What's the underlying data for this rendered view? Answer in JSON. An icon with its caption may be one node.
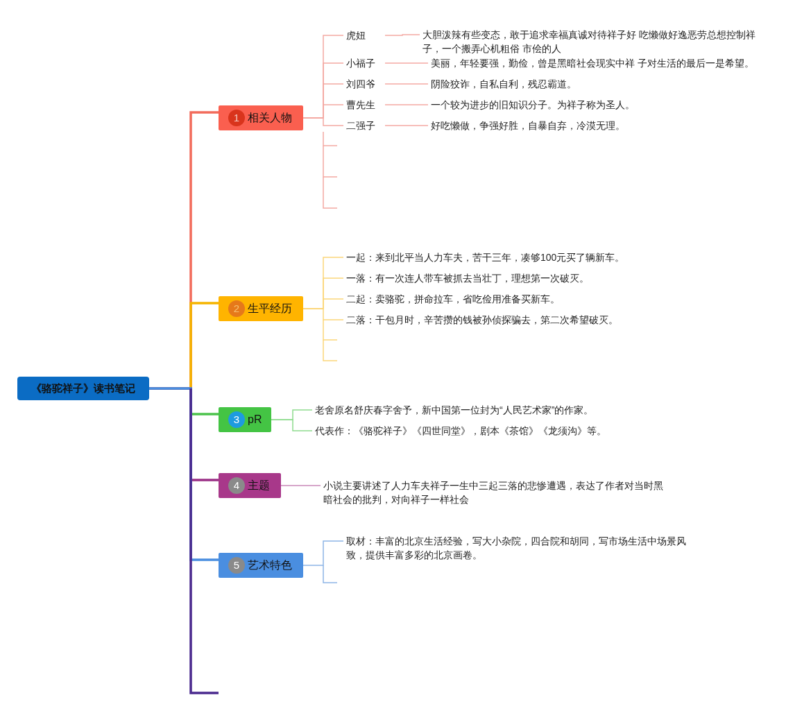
{
  "diagram": {
    "nodes": [
      {
        "text": [
          "《骆驼祥子》读书笔记"
        ]
      },
      {
        "text": [
          "1",
          "相关人物"
        ]
      },
      {
        "text": [
          "虎妞"
        ]
      },
      {
        "text": [
          "小福子"
        ]
      },
      {
        "text": [
          "刘四爷"
        ]
      },
      {
        "text": [
          "曹先生"
        ]
      },
      {
        "text": [
          "二强子"
        ]
      },
      {
        "text": [
          "大胆泼辣有些变态，敢于追求幸福真诚对待祥子好 吃懒做好逸恶劳总想控制祥子，一个搬弄心机粗俗 市侩的人"
        ]
      },
      {
        "text": [
          "美丽，年轻要强，勤俭，曾是黑暗社会现实中祥 子对生活的最后一是希望。"
        ]
      },
      {
        "text": [
          "阴险狡诈，自私自利，残忍霸道。"
        ]
      },
      {
        "text": [
          "一个较为进步的旧知识分子。为祥子称为圣人。"
        ]
      },
      {
        "text": [
          "好吃懒做，争强好胜，自暴自弃，冷漠无理。"
        ]
      },
      {
        "text": [
          "2",
          "生平经历"
        ]
      },
      {
        "text": [
          "一起：来到北平当人力车夫，苦干三年，凑够100元买了辆新车。"
        ]
      },
      {
        "text": [
          "一落：有一次连人带车被抓去当壮丁，理想第一次破灭。"
        ]
      },
      {
        "text": [
          "二起：卖骆驼，拼命拉车，省吃俭用准备买新车。"
        ]
      },
      {
        "text": [
          "二落：干包月时，辛苦攒的钱被孙侦探骗去，第二次希望破灭。"
        ]
      },
      {
        "text": [
          "3",
          "pR"
        ]
      },
      {
        "text": [
          "老舍原名舒庆春字舍予，新中国第一位封为“人民艺术家”的作家。"
        ]
      },
      {
        "text": [
          "代表作：《骆驼祥子》《四世同堂》，剧本《茶馆》《龙须沟》等。"
        ]
      },
      {
        "text": [
          "4",
          "主题"
        ]
      },
      {
        "text": [
          "小说主要讲述了人力车夫祥子一生中三起三落的悲惨遭遇，表达了作者对当时黑暗社会的批判，对向祥子一样社会"
        ]
      },
      {
        "text": [
          "5",
          "艺术特色"
        ]
      },
      {
        "text": [
          "取材：丰富的北京生活经验，写大小杂院，四合院和胡同，写市场生活中场景风致，提供丰富多彩的北京画卷。"
        ]
      }
    ],
    "edges": [
      {
        "from": 0,
        "to": 1,
        "arrow": "none",
        "style": "thick",
        "color": "#f26b5b"
      },
      {
        "from": 0,
        "to": 12,
        "arrow": "none",
        "style": "thick",
        "color": "#f5b400"
      },
      {
        "from": 0,
        "to": 17,
        "arrow": "none",
        "style": "thick",
        "color": "#4cc34c"
      },
      {
        "from": 0,
        "to": 20,
        "arrow": "none",
        "style": "thick",
        "color": "#9b2f86"
      },
      {
        "from": 0,
        "to": 22,
        "arrow": "none",
        "style": "thick",
        "color": "#4a8ee0"
      },
      {
        "from": 1,
        "to": 2,
        "arrow": "none",
        "color": "#f4a9a3"
      },
      {
        "from": 1,
        "to": 3,
        "arrow": "none",
        "color": "#f4a9a3"
      },
      {
        "from": 1,
        "to": 4,
        "arrow": "none",
        "color": "#f4a9a3"
      },
      {
        "from": 1,
        "to": 5,
        "arrow": "none",
        "color": "#f4a9a3"
      },
      {
        "from": 1,
        "to": 6,
        "arrow": "none",
        "color": "#f4a9a3"
      },
      {
        "from": 2,
        "to": 7,
        "arrow": "none",
        "color": "#f4a9a3"
      },
      {
        "from": 3,
        "to": 8,
        "arrow": "none",
        "color": "#f4a9a3"
      },
      {
        "from": 4,
        "to": 9,
        "arrow": "none",
        "color": "#f4a9a3"
      },
      {
        "from": 5,
        "to": 10,
        "arrow": "none",
        "color": "#f4a9a3"
      },
      {
        "from": 6,
        "to": 11,
        "arrow": "none",
        "color": "#f4a9a3"
      },
      {
        "from": 12,
        "to": 13,
        "arrow": "none",
        "color": "#fcd67a"
      },
      {
        "from": 12,
        "to": 14,
        "arrow": "none",
        "color": "#fcd67a"
      },
      {
        "from": 12,
        "to": 15,
        "arrow": "none",
        "color": "#fcd67a"
      },
      {
        "from": 12,
        "to": 16,
        "arrow": "none",
        "color": "#fcd67a"
      },
      {
        "from": 17,
        "to": 18,
        "arrow": "none",
        "color": "#8fdb8f"
      },
      {
        "from": 17,
        "to": 19,
        "arrow": "none",
        "color": "#8fdb8f"
      },
      {
        "from": 20,
        "to": 21,
        "arrow": "none",
        "color": "#c98ab8"
      },
      {
        "from": 22,
        "to": 23,
        "arrow": "none",
        "color": "#8db5e6"
      }
    ]
  }
}
